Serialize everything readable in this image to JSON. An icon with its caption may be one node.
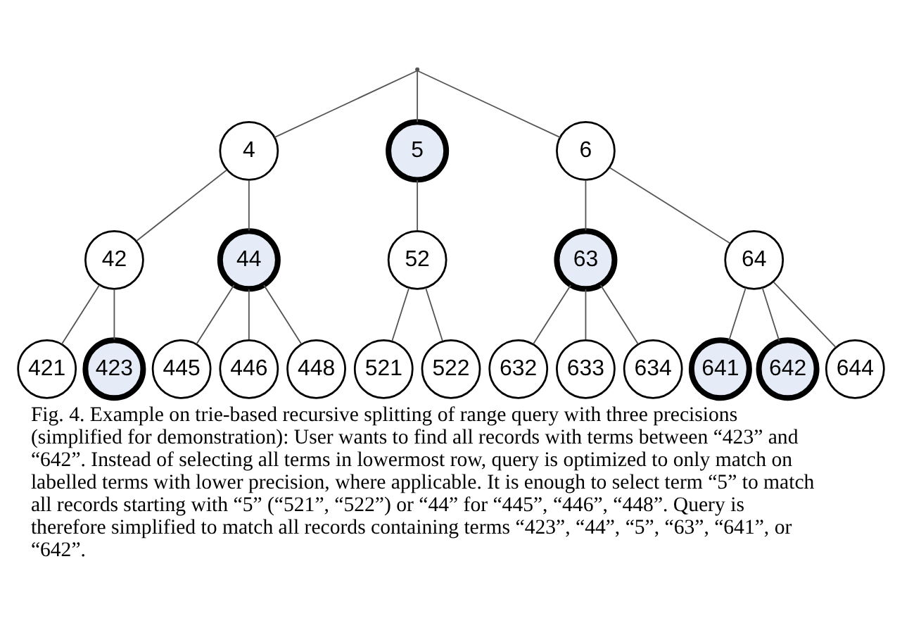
{
  "diagram": {
    "caption": "Fig. 4. Example on trie-based recursive splitting of range query with three precisions (simplified for demonstration): User wants to find all records with terms between “423” and “642”. Instead of selecting all terms in lowermost row, query is optimized to only match on labelled terms with lower precision, where applicable. It is enough to select term “5” to match all records starting with “5” (“521”, “522”) or “44” for “445”, “446”, “448”. Query is therefore simplified to match all records containing terms “423”, “44”, “5”, “63”, “641”, or “642”.",
    "nodes": [
      {
        "text": [],
        "shape": "point"
      },
      {
        "text": [
          "4"
        ]
      },
      {
        "text": [
          "5"
        ]
      },
      {
        "text": [
          "6"
        ]
      },
      {
        "text": [
          "42"
        ]
      },
      {
        "text": [
          "44"
        ]
      },
      {
        "text": [
          "52"
        ]
      },
      {
        "text": [
          "63"
        ]
      },
      {
        "text": [
          "64"
        ]
      },
      {
        "text": [
          "421"
        ]
      },
      {
        "text": [
          "423"
        ]
      },
      {
        "text": [
          "445"
        ]
      },
      {
        "text": [
          "446"
        ]
      },
      {
        "text": [
          "448"
        ]
      },
      {
        "text": [
          "521"
        ]
      },
      {
        "text": [
          "522"
        ]
      },
      {
        "text": [
          "632"
        ]
      },
      {
        "text": [
          "633"
        ]
      },
      {
        "text": [
          "634"
        ]
      },
      {
        "text": [
          "641"
        ]
      },
      {
        "text": [
          "642"
        ]
      },
      {
        "text": [
          "644"
        ]
      }
    ],
    "edges": [
      {
        "from": 0,
        "to": 1,
        "arrow": "none"
      },
      {
        "from": 0,
        "to": 2,
        "arrow": "none"
      },
      {
        "from": 0,
        "to": 3,
        "arrow": "none"
      },
      {
        "from": 1,
        "to": 4,
        "arrow": "none"
      },
      {
        "from": 1,
        "to": 5,
        "arrow": "none"
      },
      {
        "from": 2,
        "to": 6,
        "arrow": "none"
      },
      {
        "from": 3,
        "to": 7,
        "arrow": "none"
      },
      {
        "from": 3,
        "to": 8,
        "arrow": "none"
      },
      {
        "from": 4,
        "to": 9,
        "arrow": "none"
      },
      {
        "from": 4,
        "to": 10,
        "arrow": "none"
      },
      {
        "from": 5,
        "to": 11,
        "arrow": "none"
      },
      {
        "from": 5,
        "to": 12,
        "arrow": "none"
      },
      {
        "from": 5,
        "to": 13,
        "arrow": "none"
      },
      {
        "from": 6,
        "to": 14,
        "arrow": "none"
      },
      {
        "from": 6,
        "to": 15,
        "arrow": "none"
      },
      {
        "from": 7,
        "to": 16,
        "arrow": "none"
      },
      {
        "from": 7,
        "to": 17,
        "arrow": "none"
      },
      {
        "from": 7,
        "to": 18,
        "arrow": "none"
      },
      {
        "from": 8,
        "to": 19,
        "arrow": "none"
      },
      {
        "from": 8,
        "to": 20,
        "arrow": "none"
      },
      {
        "from": 8,
        "to": 21,
        "arrow": "none"
      }
    ]
  }
}
